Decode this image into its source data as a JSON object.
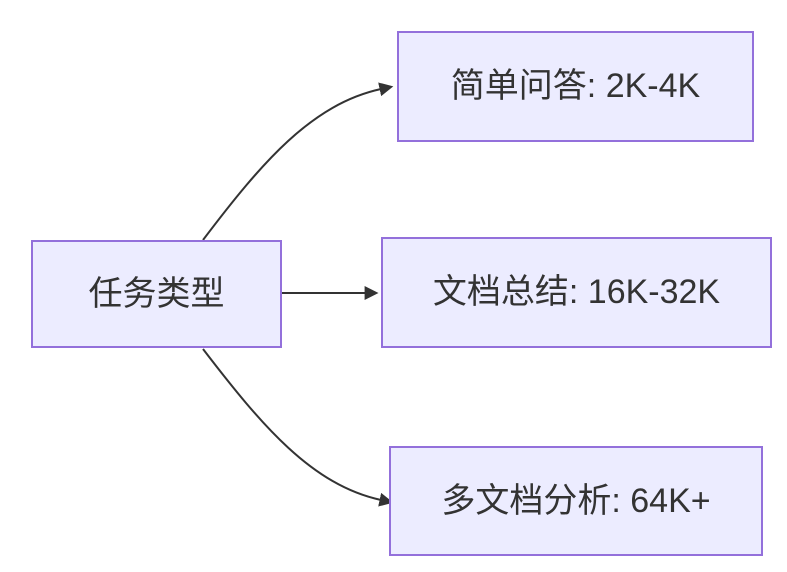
{
  "diagram": {
    "type": "flowchart-lr",
    "background": "#ffffff",
    "colors": {
      "node_fill": "#ECECFF",
      "node_border": "#9370DB",
      "edge_stroke": "#333333",
      "text": "#333333"
    },
    "nodes": {
      "root": {
        "label": "任务类型"
      },
      "top": {
        "label": "简单问答: 2K-4K"
      },
      "middle": {
        "label": "文档总结: 16K-32K"
      },
      "bottom": {
        "label": "多文档分析: 64K+"
      }
    },
    "edges": [
      {
        "from": "任务类型",
        "to": "简单问答: 2K-4K"
      },
      {
        "from": "任务类型",
        "to": "文档总结: 16K-32K"
      },
      {
        "from": "任务类型",
        "to": "多文档分析: 64K+"
      }
    ]
  }
}
